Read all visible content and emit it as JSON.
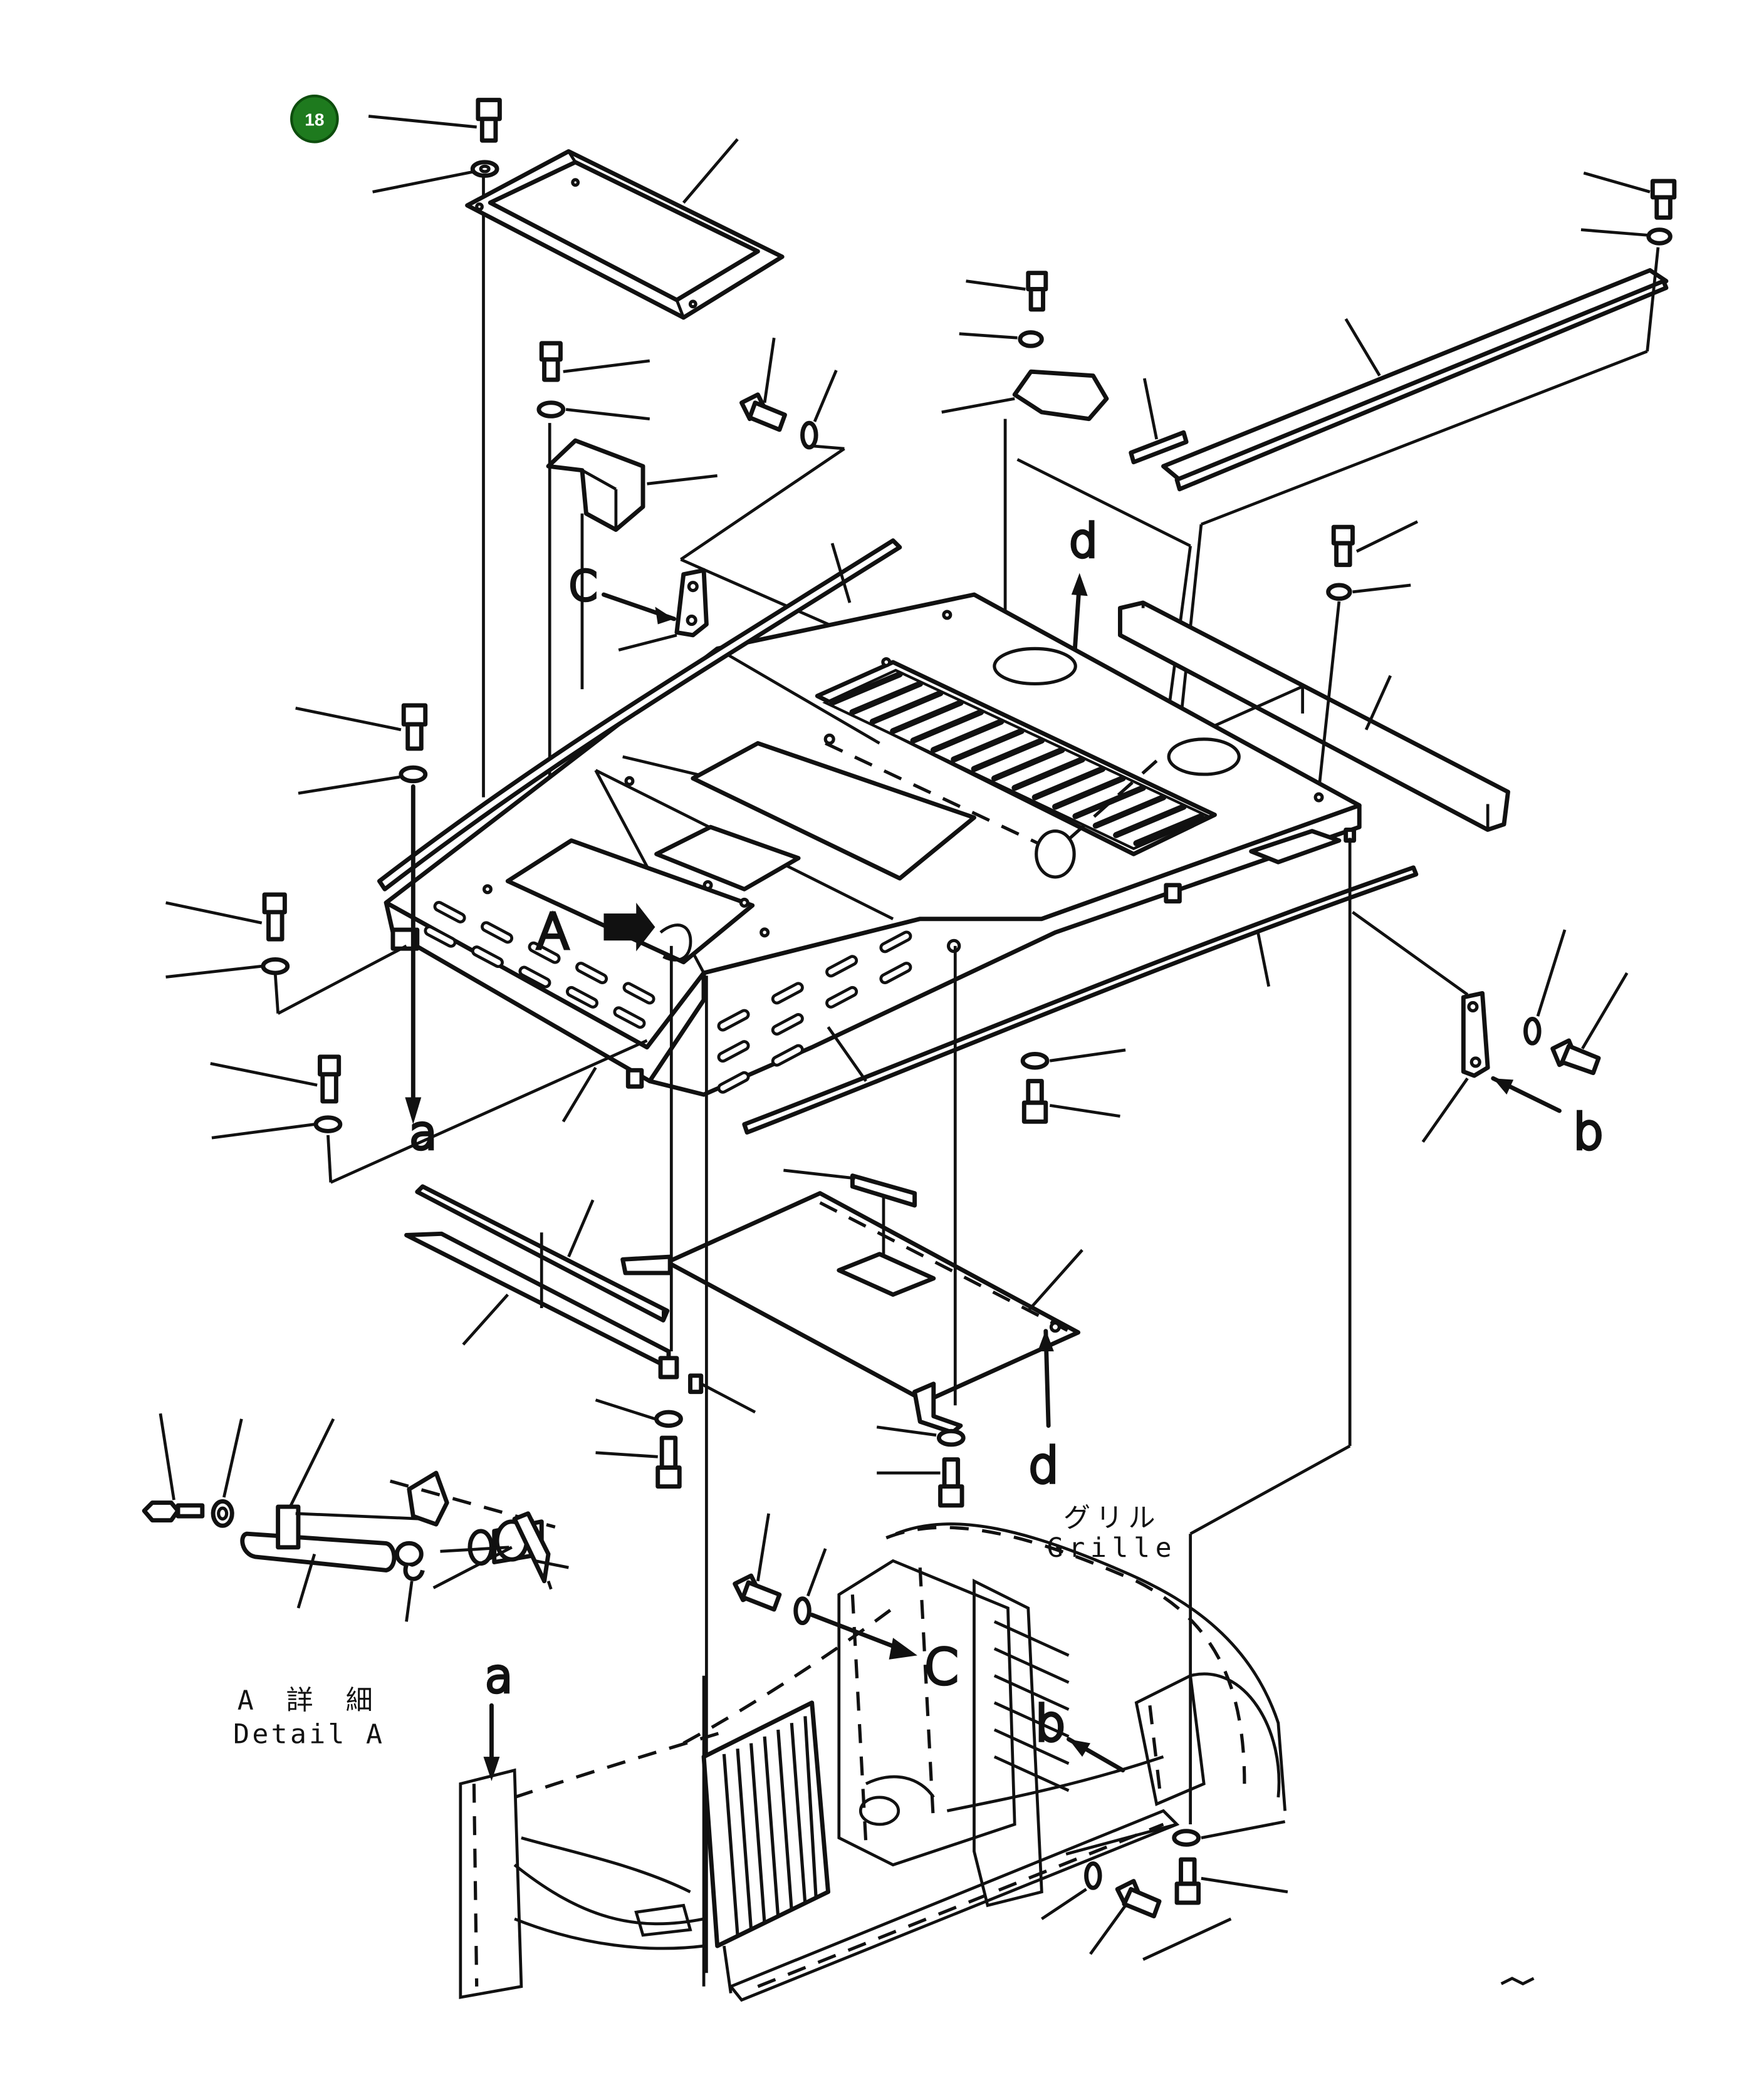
{
  "badge": {
    "number": "18",
    "color": "#1e7a1e"
  },
  "ref_letters": {
    "a_top": "a",
    "a_bottom": "a",
    "b_right": "b",
    "b_bottom": "b",
    "c_top": "C",
    "c_bottom": "C",
    "d_top": "d",
    "d_bottom": "d",
    "A_view": "A"
  },
  "grille_label": {
    "jp": "グリル",
    "en": "Grille"
  },
  "detail_label": {
    "jp": "A 詳 細",
    "en": "Detail A"
  },
  "colors": {
    "ink": "#111111",
    "paper": "#ffffff"
  }
}
